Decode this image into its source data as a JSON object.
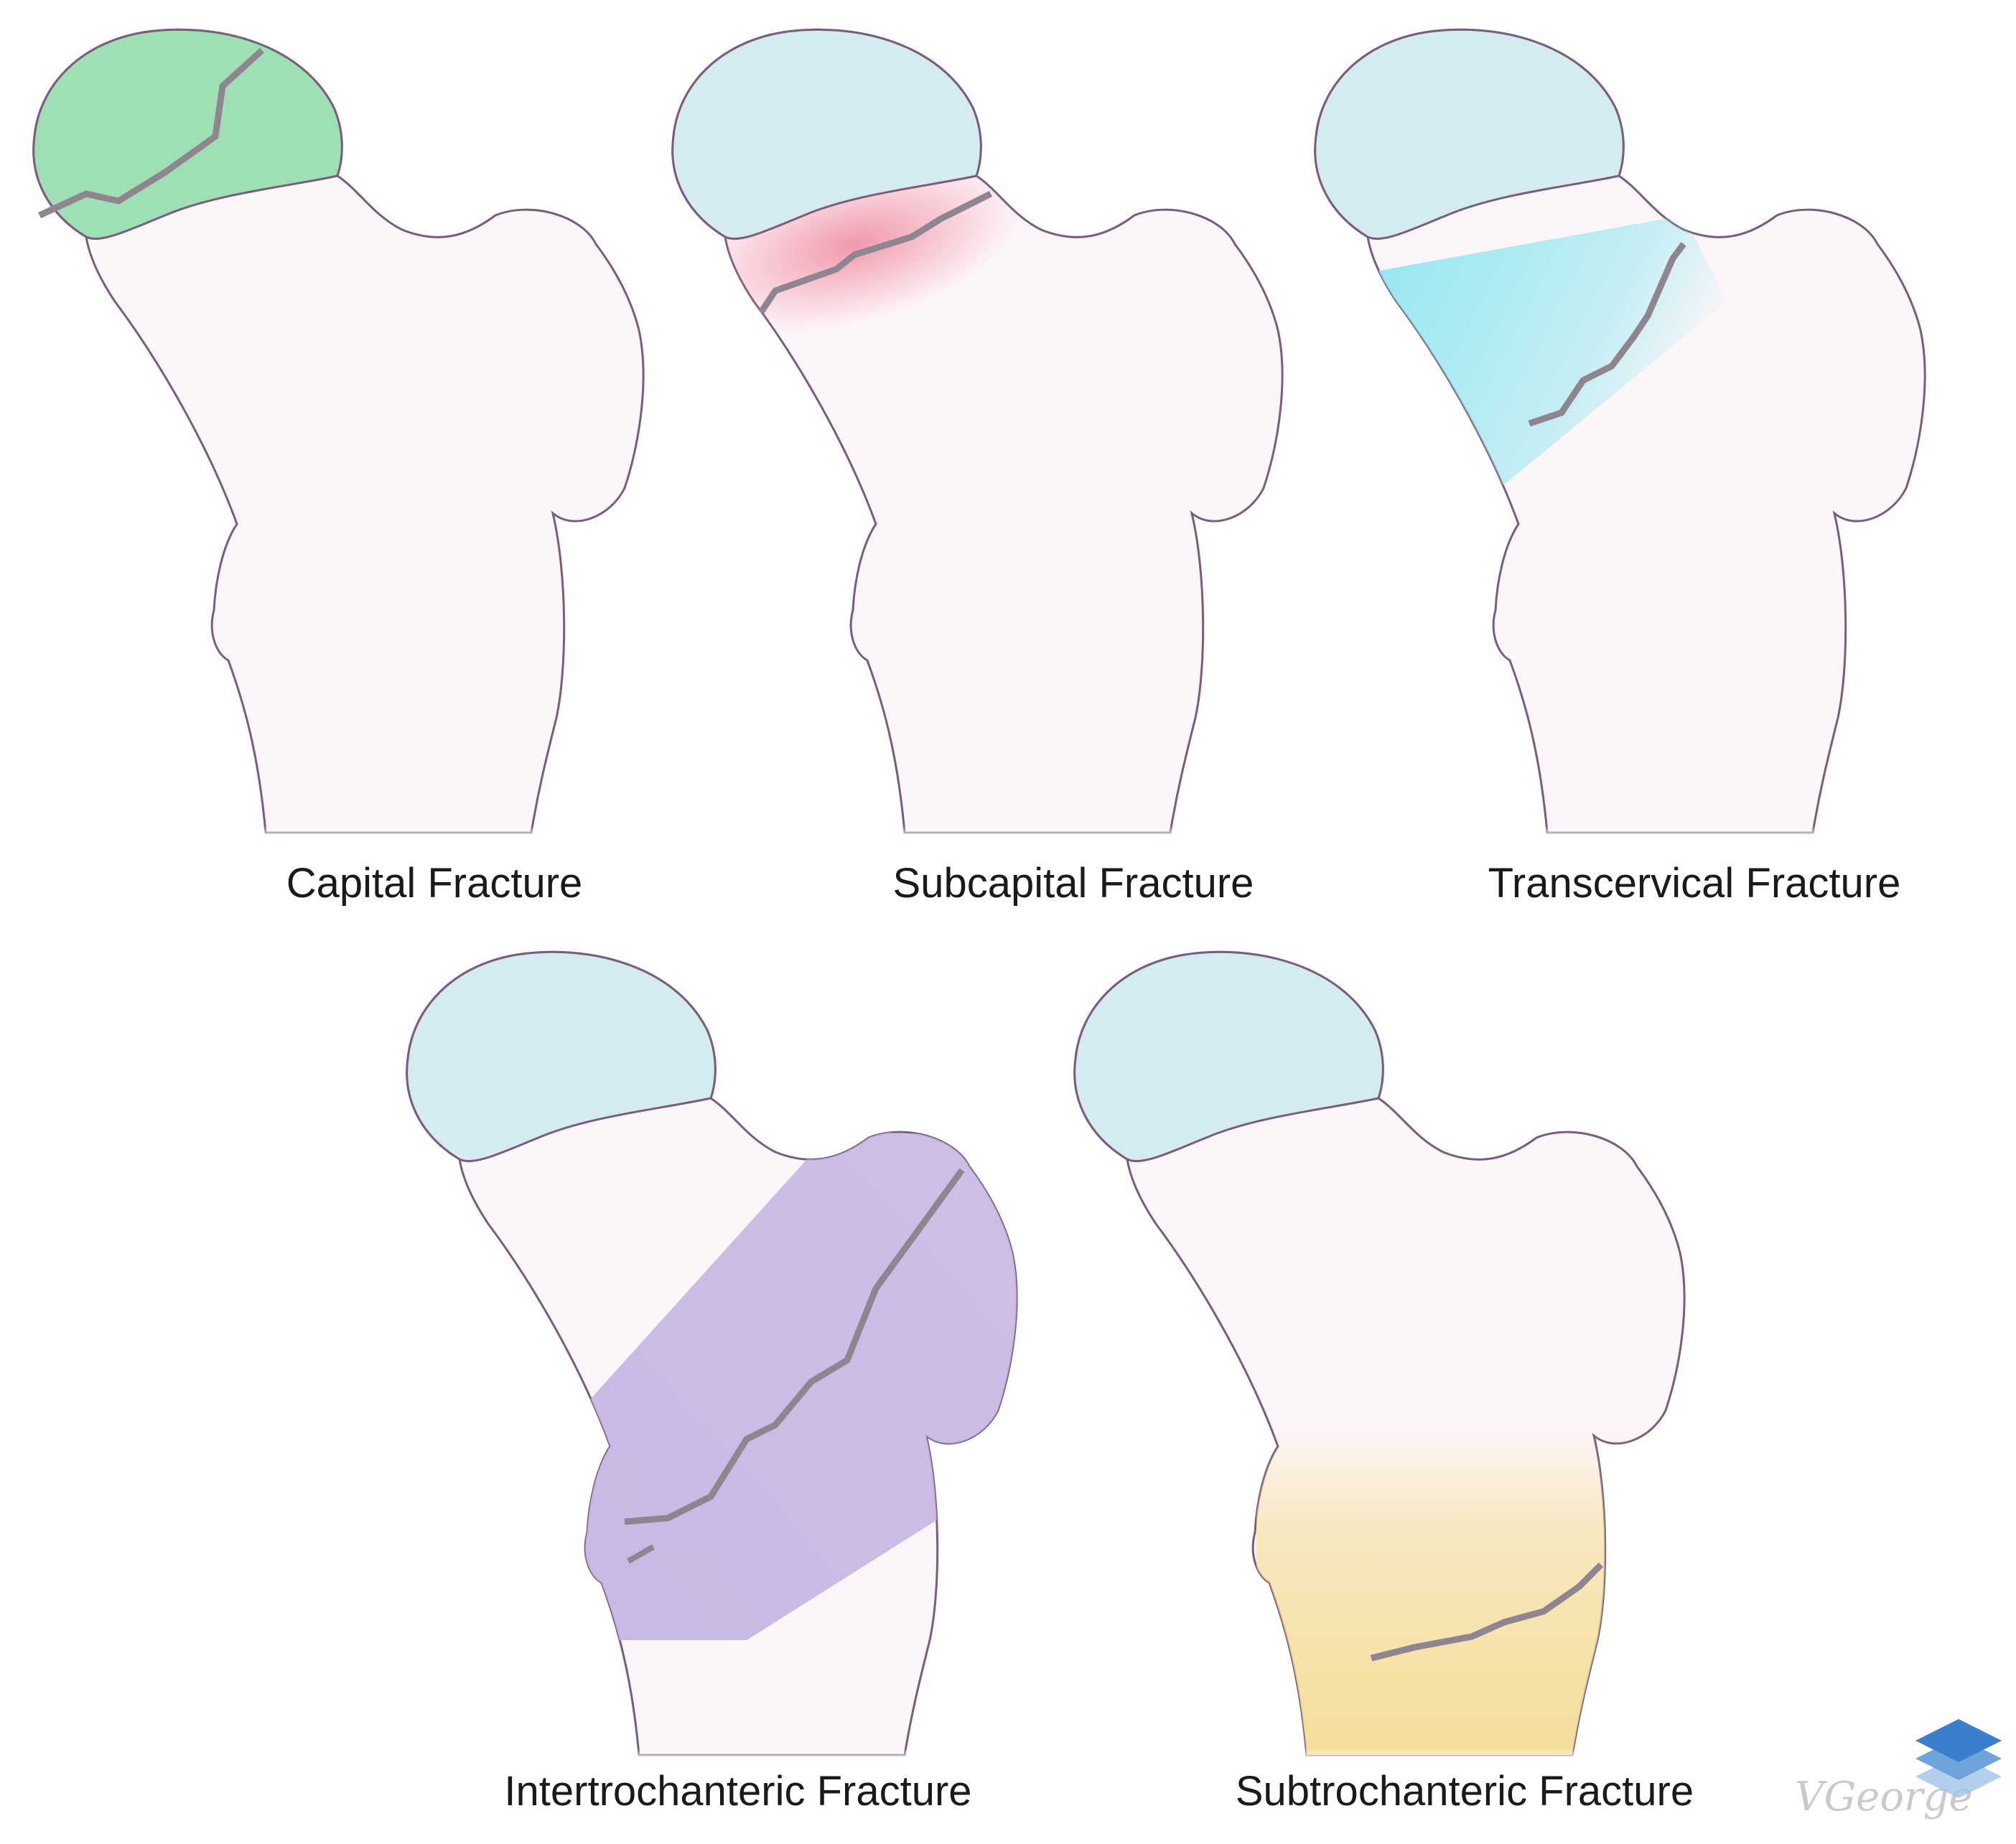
{
  "panels": [
    {
      "id": "capital",
      "label": "Capital Fracture",
      "highlight_color": "#9ee0b4",
      "head_color": "#9ee0b4"
    },
    {
      "id": "subcapital",
      "label": "Subcapital Fracture",
      "highlight_color": "#f08fa3",
      "head_color": "#d4ebf0"
    },
    {
      "id": "transcervical",
      "label": "Transcervical Fracture",
      "highlight_color": "#8ce6ef",
      "head_color": "#d4ebf0"
    },
    {
      "id": "intertrochanteric",
      "label": "Intertrochanteric Fracture",
      "highlight_color": "#c6b5e3",
      "head_color": "#d4ebf0"
    },
    {
      "id": "subtrochanteric",
      "label": "Subtrochanteric Fracture",
      "highlight_color": "#f3dc91",
      "head_color": "#d4ebf0"
    }
  ],
  "signature": {
    "text": "VGeorge",
    "logo_colors": [
      "#3a7fcb",
      "#9fc3ea"
    ]
  },
  "colors": {
    "bone_fill": "#fdf6f9",
    "bone_outline": "#7a5d7e",
    "fracture_line": "#8f8590"
  }
}
